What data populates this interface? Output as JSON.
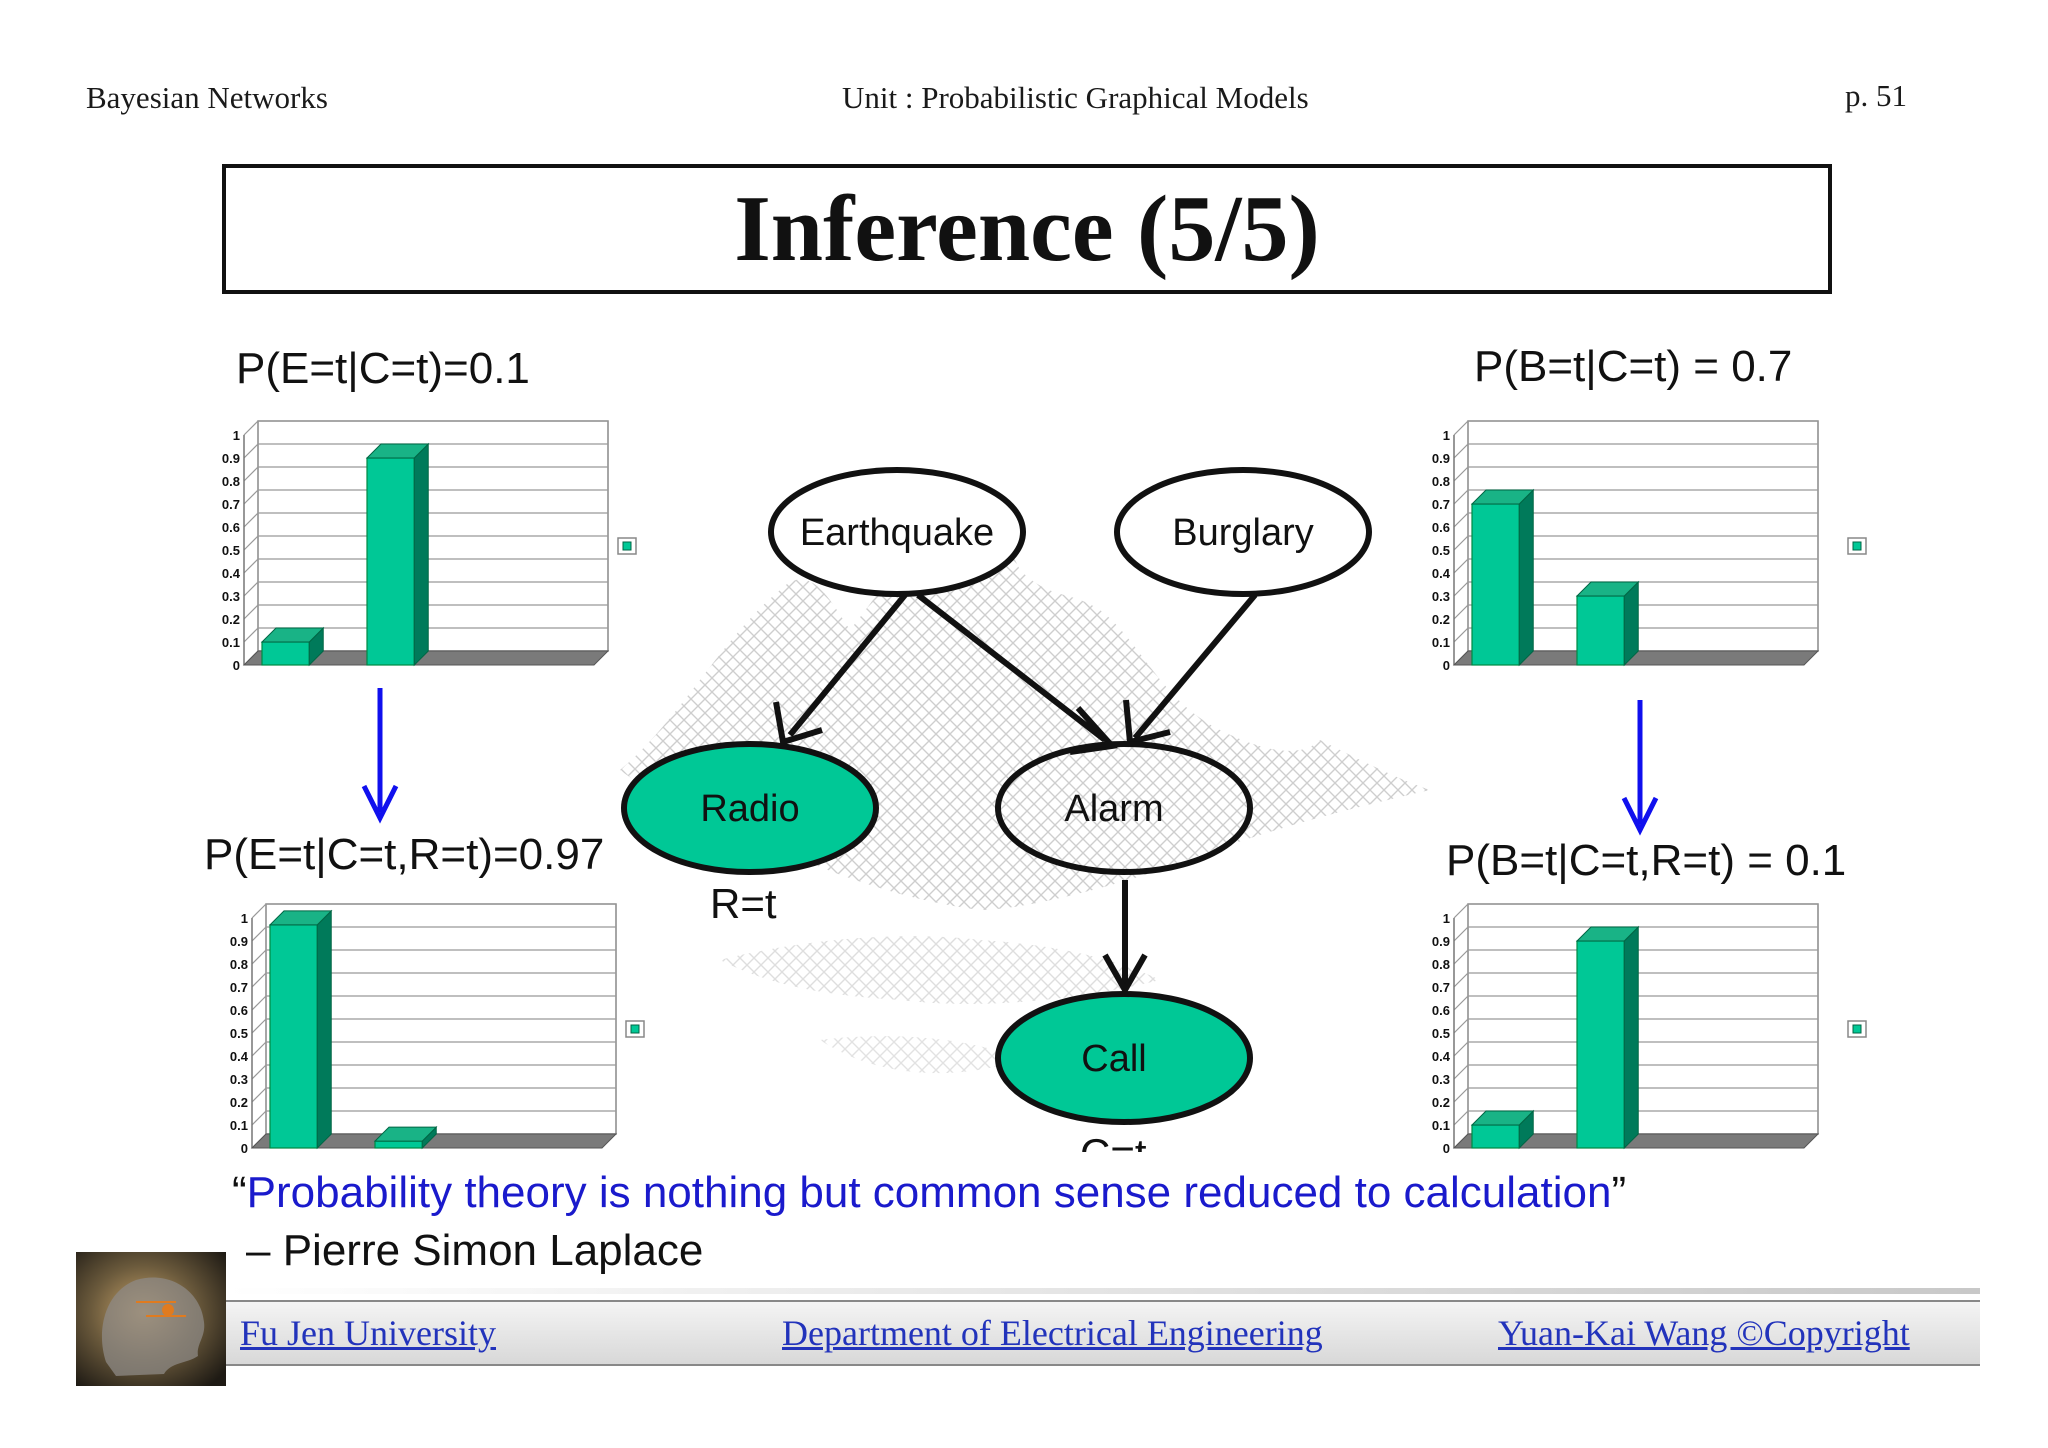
{
  "header": {
    "left": "Bayesian Networks",
    "center": "Unit : Probabilistic Graphical Models",
    "page": "p.  51"
  },
  "title": "Inference (5/5)",
  "probabilities": {
    "e_given_c": "P(E=t|C=t)=0.1",
    "e_given_c_r": "P(E=t|C=t,R=t)=0.97",
    "b_given_c": "P(B=t|C=t) = 0.7",
    "b_given_c_r": "P(B=t|C=t,R=t) = 0.1"
  },
  "chart_data": [
    {
      "type": "bar",
      "values": [
        0.1,
        0.9
      ],
      "ylim": [
        0,
        1
      ],
      "yticks": [
        "0",
        "0.1",
        "0.2",
        "0.3",
        "0.4",
        "0.5",
        "0.6",
        "0.7",
        "0.8",
        "0.9",
        "1"
      ],
      "grid": true,
      "legend": "right",
      "color": "#00c896"
    },
    {
      "type": "bar",
      "values": [
        0.97,
        0.03
      ],
      "ylim": [
        0,
        1
      ],
      "yticks": [
        "0",
        "0.1",
        "0.2",
        "0.3",
        "0.4",
        "0.5",
        "0.6",
        "0.7",
        "0.8",
        "0.9",
        "1"
      ],
      "grid": true,
      "legend": "right",
      "color": "#00c896"
    },
    {
      "type": "bar",
      "values": [
        0.7,
        0.3
      ],
      "ylim": [
        0,
        1
      ],
      "yticks": [
        "0",
        "0.1",
        "0.2",
        "0.3",
        "0.4",
        "0.5",
        "0.6",
        "0.7",
        "0.8",
        "0.9",
        "1"
      ],
      "grid": true,
      "legend": "right",
      "color": "#00c896"
    },
    {
      "type": "bar",
      "values": [
        0.1,
        0.9
      ],
      "ylim": [
        0,
        1
      ],
      "yticks": [
        "0",
        "0.1",
        "0.2",
        "0.3",
        "0.4",
        "0.5",
        "0.6",
        "0.7",
        "0.8",
        "0.9",
        "1"
      ],
      "grid": true,
      "legend": "right",
      "color": "#00c896"
    }
  ],
  "network": {
    "nodes": {
      "earthquake": "Earthquake",
      "burglary": "Burglary",
      "radio": "Radio",
      "alarm": "Alarm",
      "call": "Call"
    },
    "evidence_r": "R=t",
    "evidence_c": "C=t"
  },
  "quote": {
    "open": "“",
    "text": "Probability theory is nothing but common sense reduced to calculation",
    "close": "”",
    "attribution": "– Pierre Simon Laplace"
  },
  "footer": {
    "university": "Fu Jen University",
    "department": "Department of Electrical Engineering",
    "copyright": "Yuan-Kai Wang ©Copyright"
  },
  "colors": {
    "bar": "#00c896",
    "bar_side": "#007a5a",
    "evidence_node": "#00c896",
    "arrow_blue": "#1010ee"
  }
}
